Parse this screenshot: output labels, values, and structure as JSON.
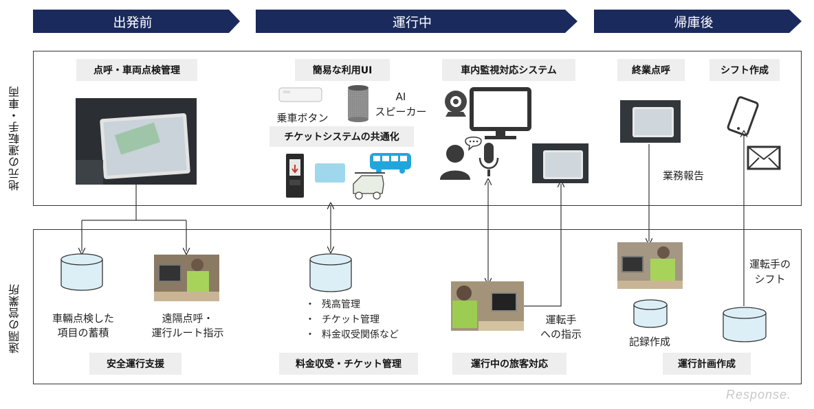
{
  "phases": [
    "出発前",
    "運行中",
    "帰庫後"
  ],
  "rows": {
    "top": "地元の運転手・車両",
    "bottom": "遠隔の営業所"
  },
  "top": {
    "inspection": "点呼・車両点検管理",
    "simple_ui": "簡易な利用UI",
    "ride_button": "乗車ボタン",
    "ai_speaker": "AI\nスピーカー",
    "ticket_system": "チケットシステムの共通化",
    "monitoring": "車内監視対応システム",
    "end_rollcall": "終業点呼",
    "shift": "シフト作成",
    "work_report": "業務報告"
  },
  "bottom": {
    "accumulation": "車輛点検した\n項目の蓄積",
    "remote_rollcall": "遠隔点呼・\n運行ルート指示",
    "safety": "安全運行支援",
    "bullets": [
      "残高管理",
      "チケット管理",
      "料金収受関係など"
    ],
    "fare": "料金収受・チケット管理",
    "driver_instruction": "運転手\nへの指示",
    "passenger": "運行中の旅客対応",
    "driver_shift": "運転手の\nシフト",
    "record": "記録作成",
    "plan": "運行計画作成"
  },
  "watermark": "Response."
}
